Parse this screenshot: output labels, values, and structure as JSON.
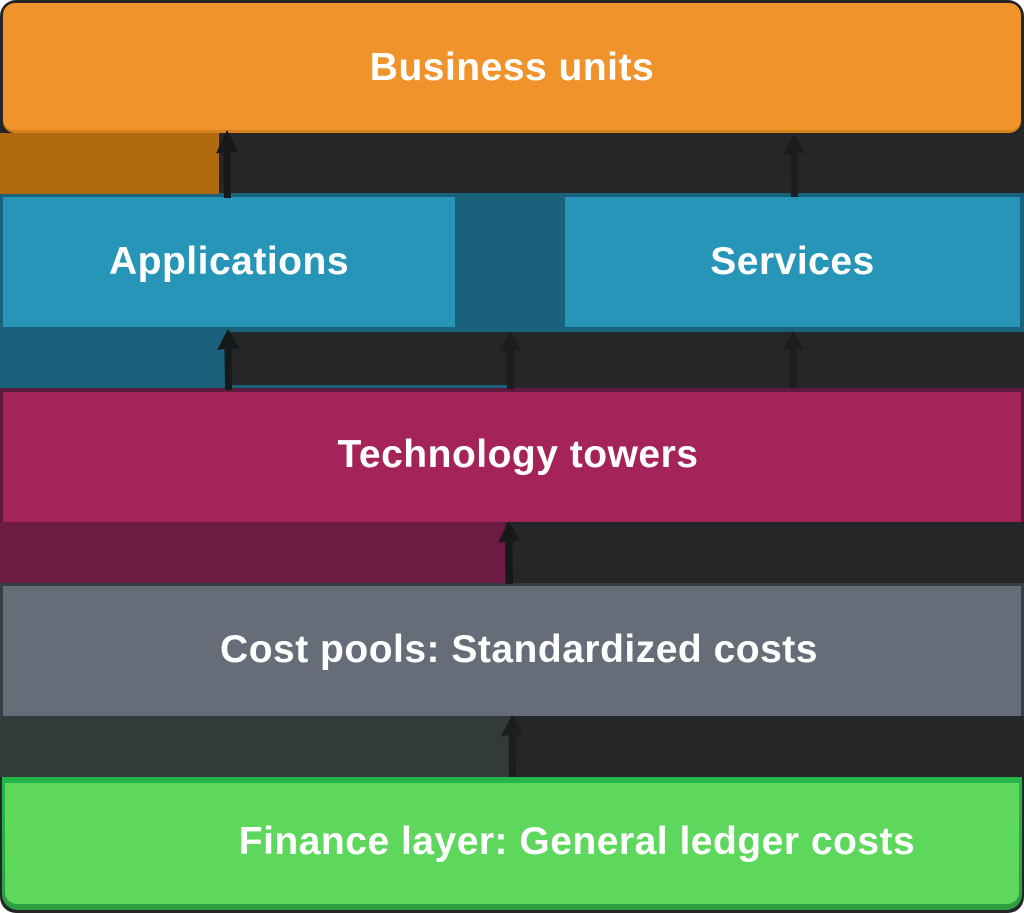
{
  "diagram": {
    "type": "layer-stack",
    "flow_direction": "up",
    "background_color": "#242628",
    "layers": [
      {
        "id": "business_units",
        "label": "Business units",
        "color": "#F0932B",
        "row": 1
      },
      {
        "id": "applications",
        "label": "Applications",
        "color": "#2695B8",
        "row": 2
      },
      {
        "id": "services",
        "label": "Services",
        "color": "#2695B8",
        "row": 2
      },
      {
        "id": "technology_towers",
        "label": "Technology towers",
        "color": "#A42459",
        "row": 3
      },
      {
        "id": "cost_pools",
        "label": "Cost pools: Standardized costs",
        "color": "#666C78",
        "row": 4
      },
      {
        "id": "finance_layer",
        "label": "Finance layer: General ledger costs",
        "color": "#5ED75D",
        "row": 5
      }
    ],
    "arrow": {
      "icon": "up-arrow",
      "color": "#16181A",
      "direction": "up"
    }
  }
}
